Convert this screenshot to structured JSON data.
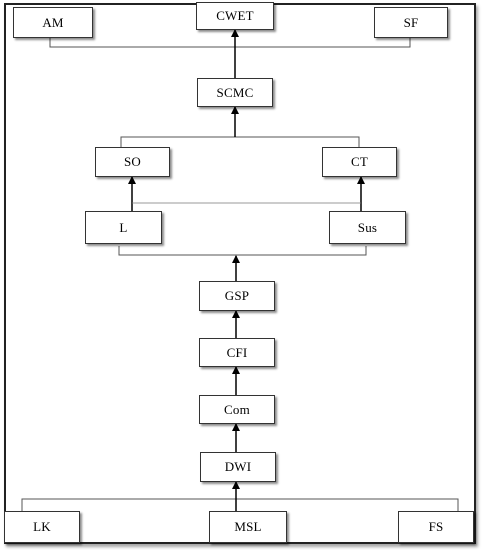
{
  "nodes": {
    "am": "AM",
    "cwet": "CWET",
    "sf": "SF",
    "scmc": "SCMC",
    "so": "SO",
    "ct": "CT",
    "l": "L",
    "sus": "Sus",
    "gsp": "GSP",
    "cfi": "CFI",
    "com": "Com",
    "dwi": "DWI",
    "lk": "LK",
    "msl": "MSL",
    "fs": "FS"
  },
  "colors": {
    "line": "#333333",
    "arrow": "#000000",
    "border": "#333333"
  }
}
